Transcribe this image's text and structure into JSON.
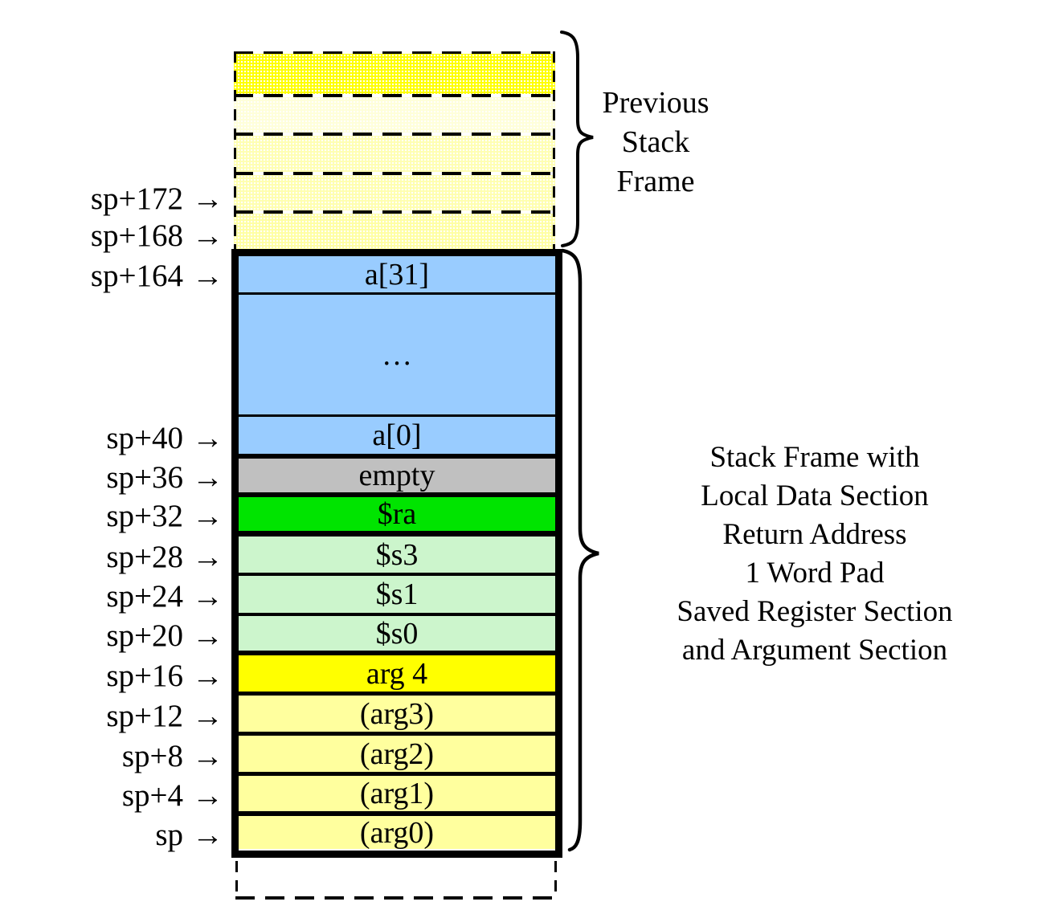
{
  "pointers": [
    {
      "label": "sp+172",
      "arrow": "→"
    },
    {
      "label": "sp+168",
      "arrow": "→"
    },
    {
      "label": "sp+164",
      "arrow": "→"
    },
    {
      "label": "sp+40",
      "arrow": "→"
    },
    {
      "label": "sp+36",
      "arrow": "→"
    },
    {
      "label": "sp+32",
      "arrow": "→"
    },
    {
      "label": "sp+28",
      "arrow": "→"
    },
    {
      "label": "sp+24",
      "arrow": "→"
    },
    {
      "label": "sp+20",
      "arrow": "→"
    },
    {
      "label": "sp+16",
      "arrow": "→"
    },
    {
      "label": "sp+12",
      "arrow": "→"
    },
    {
      "label": "sp+8",
      "arrow": "→"
    },
    {
      "label": "sp+4",
      "arrow": "→"
    },
    {
      "label": "sp",
      "arrow": "→"
    }
  ],
  "stack": {
    "rows": [
      {
        "label": "a[31]"
      },
      {
        "label": "…"
      },
      {
        "label": "a[0]"
      },
      {
        "label": "empty"
      },
      {
        "label": "$ra"
      },
      {
        "label": "$s3"
      },
      {
        "label": "$s1"
      },
      {
        "label": "$s0"
      },
      {
        "label": "arg 4"
      },
      {
        "label": "(arg3)"
      },
      {
        "label": "(arg2)"
      },
      {
        "label": "(arg1)"
      },
      {
        "label": "(arg0)"
      }
    ]
  },
  "annotations": {
    "previous_frame": "Previous\nStack\nFrame",
    "stack_frame": "Stack Frame with\nLocal Data Section\nReturn Address\n1 Word Pad\nSaved Register Section\nand Argument Section"
  },
  "colors": {
    "local_data": "#99CCFF",
    "pad": "#C0C0C0",
    "return": "#00E400",
    "saved": "#CCF5CC",
    "arg4": "#FFFF00",
    "args": "#FFFF9E",
    "prev_1": "#FFFF00",
    "prev_2": "#FFFFD9",
    "prev_3": "#FFFFB2",
    "prev_4": "#FFFFAE",
    "prev_5": "#FFFFA2"
  }
}
